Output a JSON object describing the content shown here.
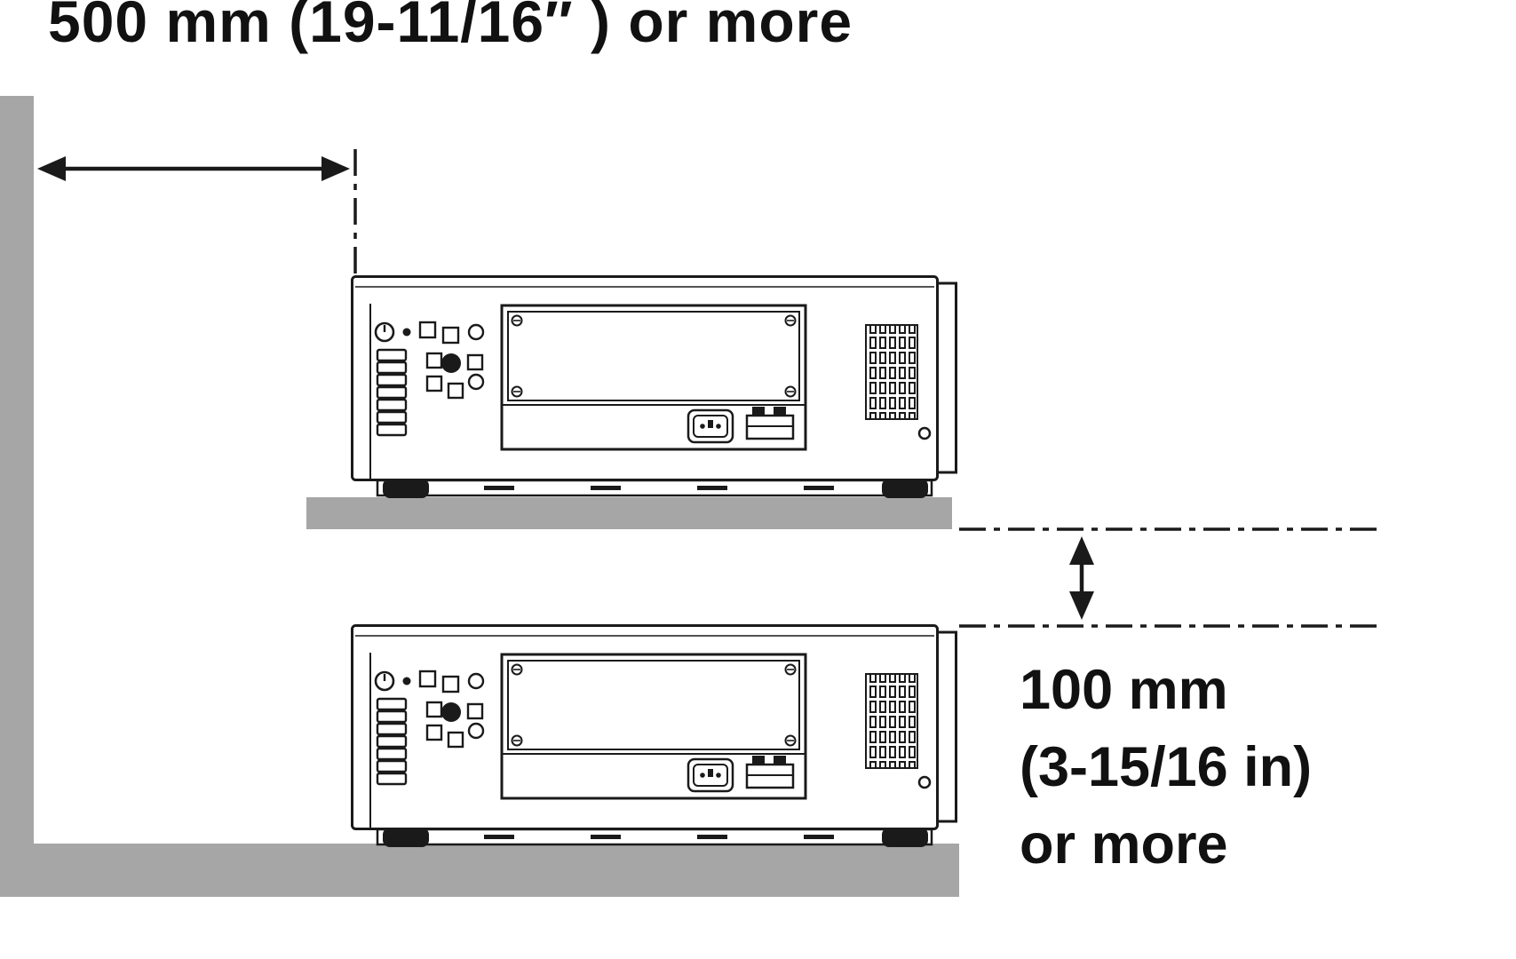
{
  "labels": {
    "wall_clearance": "500 mm (19-11/16″ ) or more",
    "stack_clearance": [
      "100 mm",
      "(3-15/16 in)",
      "or more"
    ]
  },
  "colors": {
    "surface_gray": "#a6a6a6",
    "line": "#1a1a1a",
    "background": "#ffffff"
  },
  "icons": {
    "power_button": "power-icon",
    "enter_button": "enter-icon"
  }
}
